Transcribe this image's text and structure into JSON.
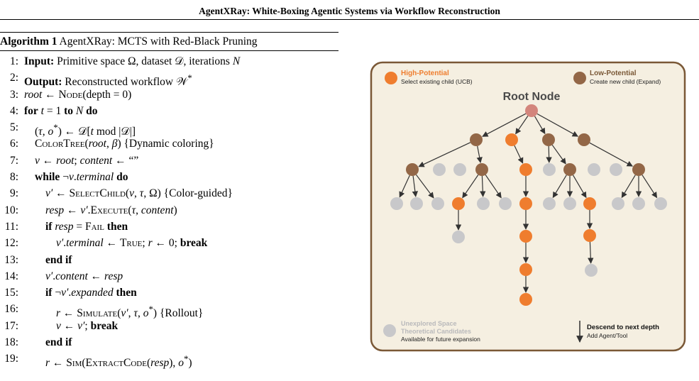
{
  "header": {
    "running_title": "AgentXRay: White-Boxing Agentic Systems via Workflow Reconstruction"
  },
  "algorithm": {
    "label": "Algorithm 1",
    "title": "AgentXRay: MCTS with Red-Black Pruning",
    "lines": [
      {
        "n": "1:",
        "html": "<span class=\"kw\">Input:</span> Primitive space Ω, dataset 𝒟, iterations <span class=\"it\">N</span>"
      },
      {
        "n": "2:",
        "html": "<span class=\"kw\">Output:</span> Reconstructed workflow 𝒲<sup>*</sup>"
      },
      {
        "n": "3:",
        "html": "<span class=\"it\">root</span> ← <span class=\"sc\">Node</span>(depth = 0)"
      },
      {
        "n": "4:",
        "html": "<span class=\"kw\">for</span> <span class=\"it\">t</span> = 1 <span class=\"kw\">to</span> <span class=\"it\">N</span> <span class=\"kw\">do</span>"
      },
      {
        "n": "5:",
        "indent": 1,
        "html": "(<span class=\"it\">τ</span>, <span class=\"it\">o</span><sup>*</sup>) ← 𝒟[<span class=\"it\">t</span> mod |𝒟|]"
      },
      {
        "n": "6:",
        "indent": 1,
        "html": "<span class=\"sc\">ColorTree</span>(<span class=\"it\">root</span>, <span class=\"it\">β</span>) {Dynamic coloring}"
      },
      {
        "n": "7:",
        "indent": 1,
        "html": "<span class=\"it\">v</span> ← <span class=\"it\">root</span>; <span class=\"it\">content</span> ← “”"
      },
      {
        "n": "8:",
        "indent": 1,
        "html": "<span class=\"kw\">while</span> ¬<span class=\"it\">v</span>.<span class=\"it\">terminal</span> <span class=\"kw\">do</span>"
      },
      {
        "n": "9:",
        "indent": 2,
        "html": "<span class=\"it\">v′</span> ← <span class=\"sc\">SelectChild</span>(<span class=\"it\">v</span>, <span class=\"it\">τ</span>, Ω) {Color-guided}"
      },
      {
        "n": "10:",
        "indent": 2,
        "html": "<span class=\"it\">resp</span> ← <span class=\"it\">v′</span>.<span class=\"sc\">Execute</span>(<span class=\"it\">τ</span>, <span class=\"it\">content</span>)"
      },
      {
        "n": "11:",
        "indent": 2,
        "html": "<span class=\"kw\">if</span> <span class=\"it\">resp</span> = <span class=\"sc\">Fail</span> <span class=\"kw\">then</span>"
      },
      {
        "n": "12:",
        "indent": 3,
        "html": "<span class=\"it\">v′</span>.<span class=\"it\">terminal</span> ← <span class=\"sc\">True</span>; <span class=\"it\">r</span> ← 0; <span class=\"kw\">break</span>"
      },
      {
        "n": "13:",
        "indent": 2,
        "html": "<span class=\"kw\">end if</span>"
      },
      {
        "n": "14:",
        "indent": 2,
        "html": "<span class=\"it\">v′</span>.<span class=\"it\">content</span> ← <span class=\"it\">resp</span>"
      },
      {
        "n": "15:",
        "indent": 2,
        "html": "<span class=\"kw\">if</span> ¬<span class=\"it\">v′</span>.<span class=\"it\">expanded</span> <span class=\"kw\">then</span>"
      },
      {
        "n": "16:",
        "indent": 3,
        "html": "<span class=\"it\">r</span> ← <span class=\"sc\">Simulate</span>(<span class=\"it\">v′</span>, <span class=\"it\">τ</span>, <span class=\"it\">o</span><sup>*</sup>) {Rollout}"
      },
      {
        "n": "17:",
        "indent": 3,
        "html": "<span class=\"it\">v</span> ← <span class=\"it\">v′</span>; <span class=\"kw\">break</span>"
      },
      {
        "n": "18:",
        "indent": 2,
        "html": "<span class=\"kw\">end if</span>"
      },
      {
        "n": "19:",
        "indent": 2,
        "html": "<span class=\"it\">r</span> ← <span class=\"sc\">Sim</span>(<span class=\"sc\">ExtractCode</span>(<span class=\"it\">resp</span>), <span class=\"it\">o</span><sup>*</sup>)"
      }
    ]
  },
  "figure": {
    "root_label": "Root Node",
    "colors": {
      "background": "#f5efe1",
      "border": "#7a5836",
      "high": "#ef7d2e",
      "low": "#936747",
      "unexplored": "#c8c8ca",
      "root": "#d3857c",
      "edge": "#333333",
      "high_text": "#ef7d2e",
      "low_text": "#7a5836",
      "unexplored_text": "#b9b9bb"
    },
    "legend": {
      "high": {
        "title": "High-Potential",
        "desc": "Select existing child (UCB)"
      },
      "low": {
        "title": "Low-Potential",
        "desc": "Create new child (Expand)"
      },
      "unexplored": {
        "title_lines": [
          "Unexplored Space",
          "Theoretical Candidates"
        ],
        "desc": "Available for future expansion"
      },
      "descend": {
        "title": "Descend to next depth",
        "desc": "Add Agent/Tool"
      }
    }
  }
}
